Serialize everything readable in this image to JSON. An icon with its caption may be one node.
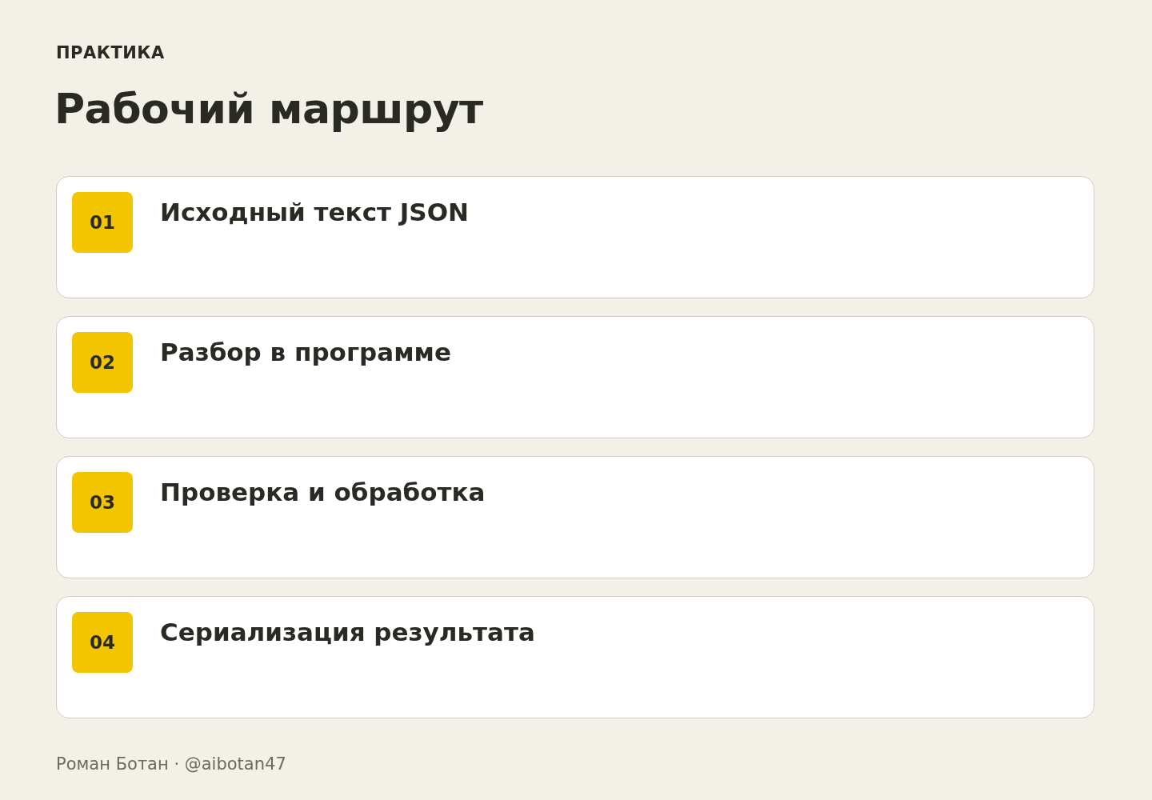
{
  "diagram": {
    "title": "Рабочий маршрут",
    "nodes": [
      {
        "text": [
          "Исходный текст JSON"
        ]
      },
      {
        "text": [
          "01"
        ],
        "in": 0
      },
      {
        "text": [
          "Разбор в программе"
        ]
      },
      {
        "text": [
          "02"
        ],
        "in": 2
      },
      {
        "text": [
          "Проверка и обработка"
        ]
      },
      {
        "text": [
          "03"
        ],
        "in": 4
      },
      {
        "text": [
          "Сериализация результата"
        ]
      },
      {
        "text": [
          "04"
        ],
        "in": 6
      }
    ],
    "labels": [
      "ПРАКТИКА",
      "Роман Ботан · @aibotan47"
    ]
  }
}
